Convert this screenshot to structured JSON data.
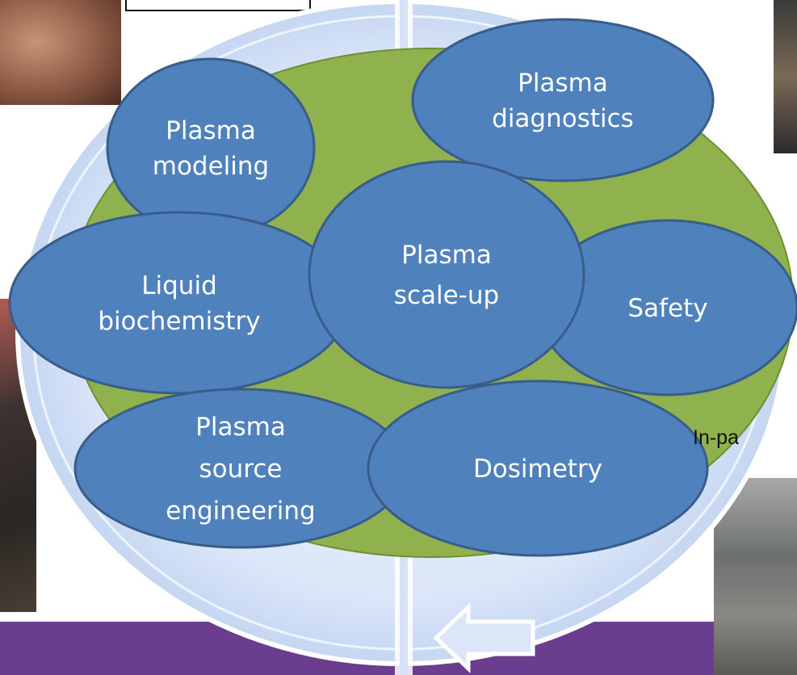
{
  "diagram": {
    "center_node": {
      "label_lines": [
        "Plasma",
        "scale-up"
      ]
    },
    "nodes": [
      {
        "name": "plasma-modeling",
        "label_lines": [
          "Plasma",
          "modeling"
        ]
      },
      {
        "name": "plasma-diagnostics",
        "label_lines": [
          "Plasma",
          "diagnostics"
        ]
      },
      {
        "name": "liquid-biochemistry",
        "label_lines": [
          "Liquid",
          "biochemistry"
        ]
      },
      {
        "name": "safety",
        "label_lines": [
          "Safety"
        ]
      },
      {
        "name": "plasma-source-engineering",
        "label_lines": [
          "Plasma",
          "source",
          "engineering"
        ]
      },
      {
        "name": "dosimetry",
        "label_lines": [
          "Dosimetry"
        ]
      }
    ]
  },
  "side_label": "In-pa",
  "colors": {
    "node_fill": "#4f81bd",
    "node_stroke": "#385d8a",
    "ring_fill": "#8fb14e",
    "cycle_arrow": "#c9daf5",
    "banner": "#6a3d8f"
  }
}
